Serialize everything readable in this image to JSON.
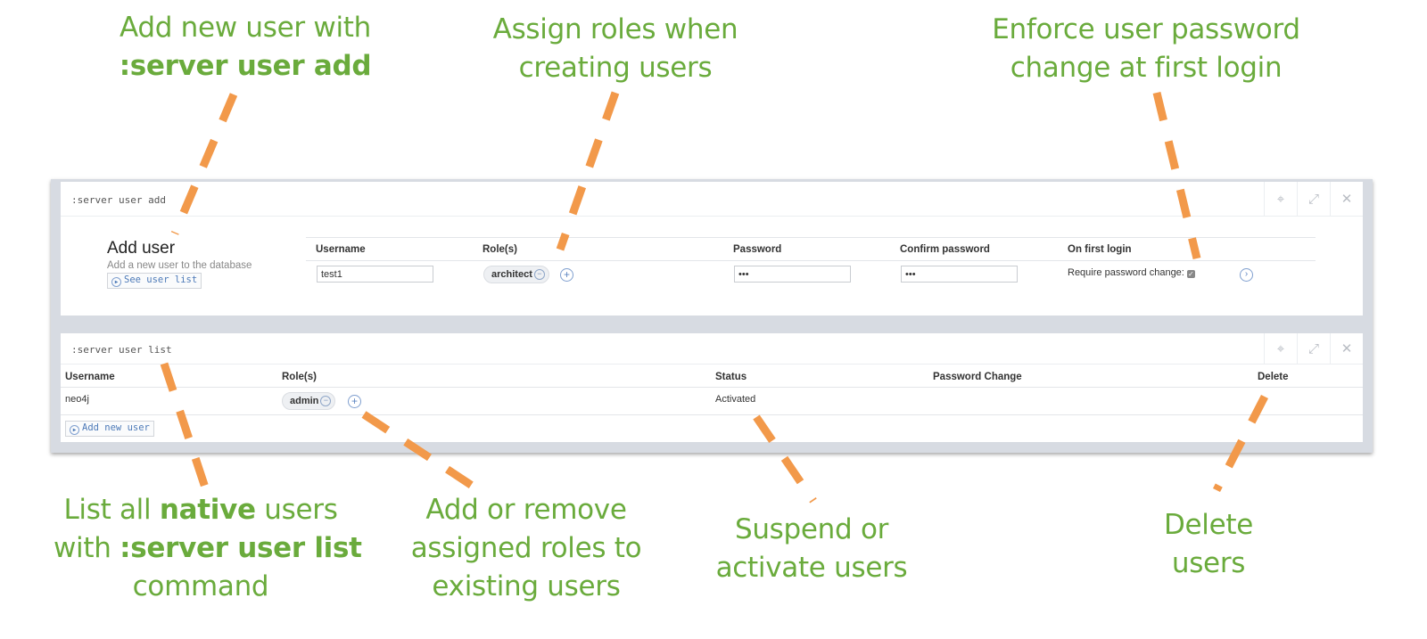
{
  "callouts": {
    "add_user": {
      "line1": "Add new user with",
      "line2": ":server user add"
    },
    "assign_roles": {
      "line1": "Assign roles when",
      "line2": "creating users"
    },
    "enforce_password": {
      "line1": "Enforce user password",
      "line2": "change at first login"
    },
    "list_users": {
      "l1a": "List all ",
      "l1b": "native",
      "l1c": " users",
      "l2a": "with ",
      "l2b": ":server user list",
      "line3": "command"
    },
    "add_remove_roles": {
      "line1": "Add or remove",
      "line2": "assigned roles to",
      "line3": "existing users"
    },
    "suspend": {
      "line1": "Suspend or",
      "line2": "activate users"
    },
    "delete": {
      "line1": "Delete",
      "line2": "users"
    }
  },
  "add_frame": {
    "command": ":server user add",
    "title": "Add user",
    "subtitle": "Add a new user to the database",
    "see_list": "See user list",
    "headers": {
      "username": "Username",
      "roles": "Role(s)",
      "password": "Password",
      "confirm": "Confirm password",
      "first_login": "On first login"
    },
    "username_value": "test1",
    "role": "architect",
    "password_value": "•••",
    "confirm_value": "•••",
    "require_change_label": "Require password change:",
    "require_change_checked": true
  },
  "list_frame": {
    "command": ":server user list",
    "headers": {
      "username": "Username",
      "roles": "Role(s)",
      "status": "Status",
      "password_change": "Password Change",
      "delete": "Delete"
    },
    "rows": [
      {
        "username": "neo4j",
        "role": "admin",
        "status": "Activated"
      }
    ],
    "add_new": "Add new user"
  },
  "colors": {
    "callout_green": "#6aab3c",
    "dash_orange": "#f2994a",
    "frame_bg": "#d7dbe2",
    "link_blue": "#4d7ab8"
  },
  "icons": {
    "pin": "pin-icon",
    "expand": "expand-icon",
    "close": "close-icon",
    "plus": "plus-circle-icon",
    "minus": "minus-circle-icon",
    "play": "play-circle-icon",
    "next": "chevron-right-circle-icon"
  }
}
